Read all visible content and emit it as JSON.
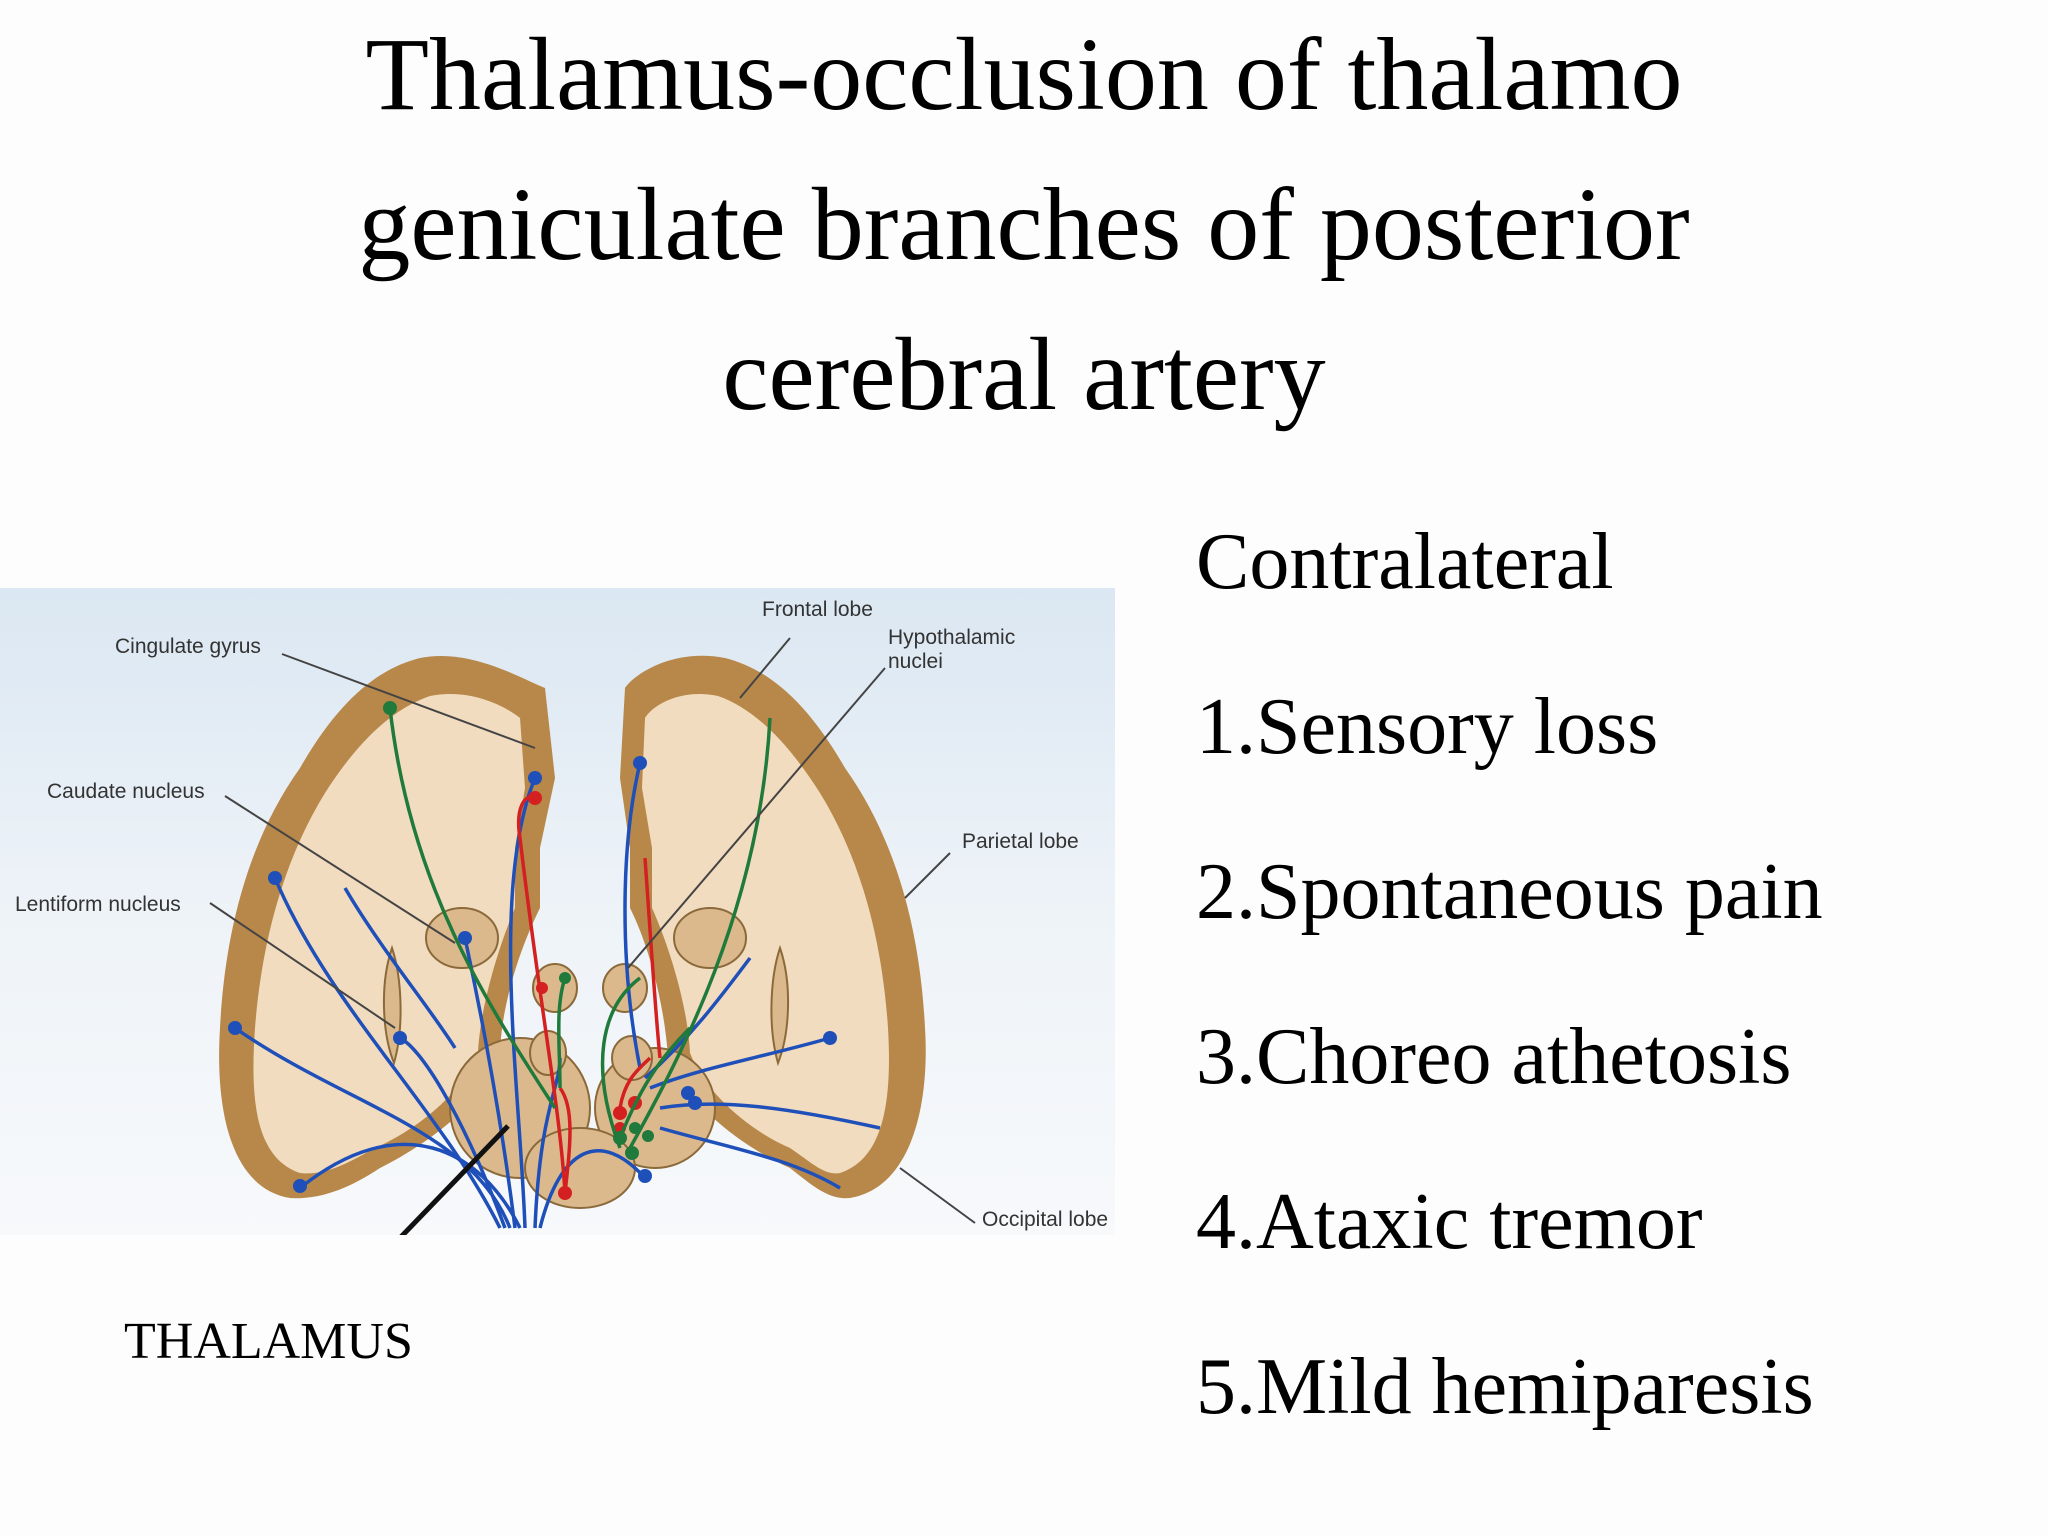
{
  "title": {
    "line1": "Thalamus-occlusion of thalamo",
    "line2": "geniculate branches of posterior",
    "line3": "cerebral artery"
  },
  "symptoms": {
    "heading": "Contralateral",
    "items": [
      "1.Sensory loss",
      "2.Spontaneous pain",
      "3.Choreo athetosis",
      "4.Ataxic tremor",
      "5.Mild hemiparesis"
    ]
  },
  "diagram": {
    "labels": {
      "frontal_lobe": "Frontal lobe",
      "hypothalamic_1": "Hypothalamic",
      "hypothalamic_2": "nuclei",
      "cingulate_gyrus": "Cingulate gyrus",
      "caudate_nucleus": "Caudate nucleus",
      "parietal_lobe": "Parietal lobe",
      "lentiform_nucleus": "Lentiform nucleus",
      "occipital_lobe": "Occipital lobe"
    },
    "colors": {
      "cortex": "#b8884a",
      "white_matter": "#f2dcc0",
      "artery_blue": "#1f4fb8",
      "artery_red": "#d42020",
      "artery_green": "#1f7a3c",
      "background": "#e6eef6"
    }
  },
  "pointer_label": "THALAMUS"
}
